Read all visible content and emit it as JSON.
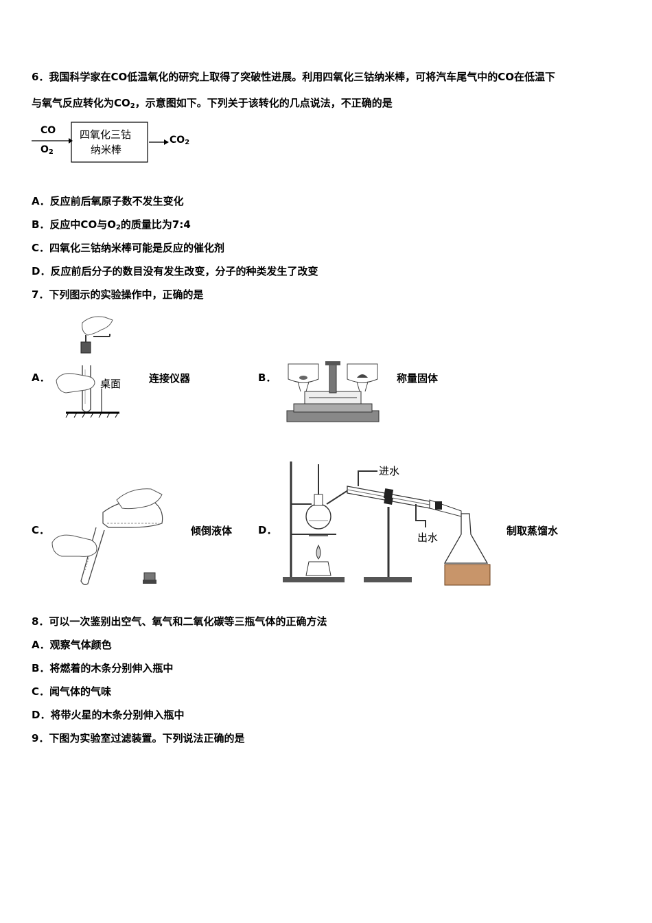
{
  "q6": {
    "line1": "6．我国科学家在CO低温氧化的研究上取得了突破性进展。利用四氧化三钴纳米棒，可将汽车尾气中的CO在低温下",
    "line2_a": "与氧气反应转化为CO",
    "line2_sub": "2",
    "line2_b": "，示意图如下。下列关于该转化的几点说法，不正确的是",
    "diagram": {
      "in1": "CO",
      "in2_main": "O",
      "in2_sub": "2",
      "box_line1": "四氧化三钴",
      "box_line2": "纳米棒",
      "out_main": "CO",
      "out_sub": "2"
    },
    "options": {
      "A": "A．反应前后氧原子数不发生变化",
      "B_a": "B．反应中CO与O",
      "B_sub": "2",
      "B_b": "的质量比为7:4",
      "C": "C．四氧化三钴纳米棒可能是反应的催化剂",
      "D": "D．反应前后分子的数目没有发生改变，分子的种类发生了改变"
    }
  },
  "q7": {
    "stem": "7．下列图示的实验操作中，正确的是",
    "A": {
      "letter": "A．",
      "caption": "连接仪器",
      "label": "桌面"
    },
    "B": {
      "letter": "B．",
      "caption": "称量固体"
    },
    "C": {
      "letter": "C．",
      "caption": "倾倒液体"
    },
    "D": {
      "letter": "D．",
      "caption": "制取蒸馏水",
      "water_in": "进水",
      "water_out": "出水"
    }
  },
  "q8": {
    "stem": "8．可以一次鉴别出空气、氧气和二氧化碳等三瓶气体的正确方法",
    "A": "A．观察气体颜色",
    "B": "B．将燃着的木条分别伸入瓶中",
    "C": "C．闻气体的气味",
    "D": "D．将带火星的木条分别伸入瓶中"
  },
  "q9": {
    "stem": "9．下图为实验室过滤装置。下列说法正确的是"
  }
}
